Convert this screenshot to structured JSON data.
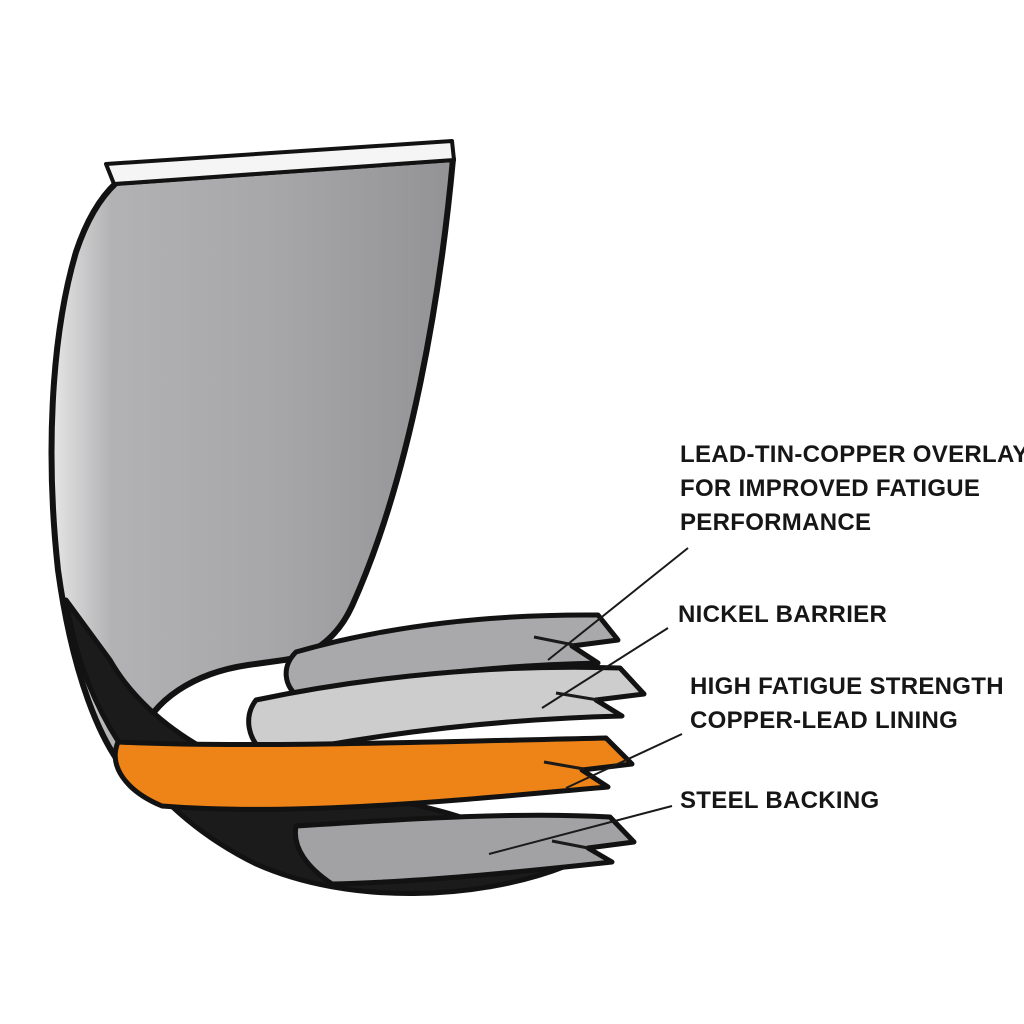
{
  "diagram": {
    "subject": "engine-bearing-layer-construction-cutaway",
    "labels": {
      "overlay": {
        "lines": [
          "LEAD-TIN-COPPER OVERLAY",
          "FOR IMPROVED FATIGUE",
          "PERFORMANCE"
        ]
      },
      "nickel": {
        "lines": [
          "NICKEL BARRIER"
        ]
      },
      "copper_lead": {
        "lines": [
          "HIGH FATIGUE STRENGTH",
          "COPPER-LEAD LINING"
        ]
      },
      "steel": {
        "lines": [
          "STEEL BACKING"
        ]
      }
    },
    "colors": {
      "background": "#ffffff",
      "shell_gray": "#a7a7a9",
      "rim_white": "#f5f5f5",
      "overlay_strip": "#a9a9ab",
      "nickel_strip": "#cdcdcd",
      "copper_lead": "#ee8317",
      "steel_strip": "#a2a2a4",
      "shadow": "#1b1b1b",
      "outline": "#121212",
      "label_text": "#161616"
    }
  }
}
